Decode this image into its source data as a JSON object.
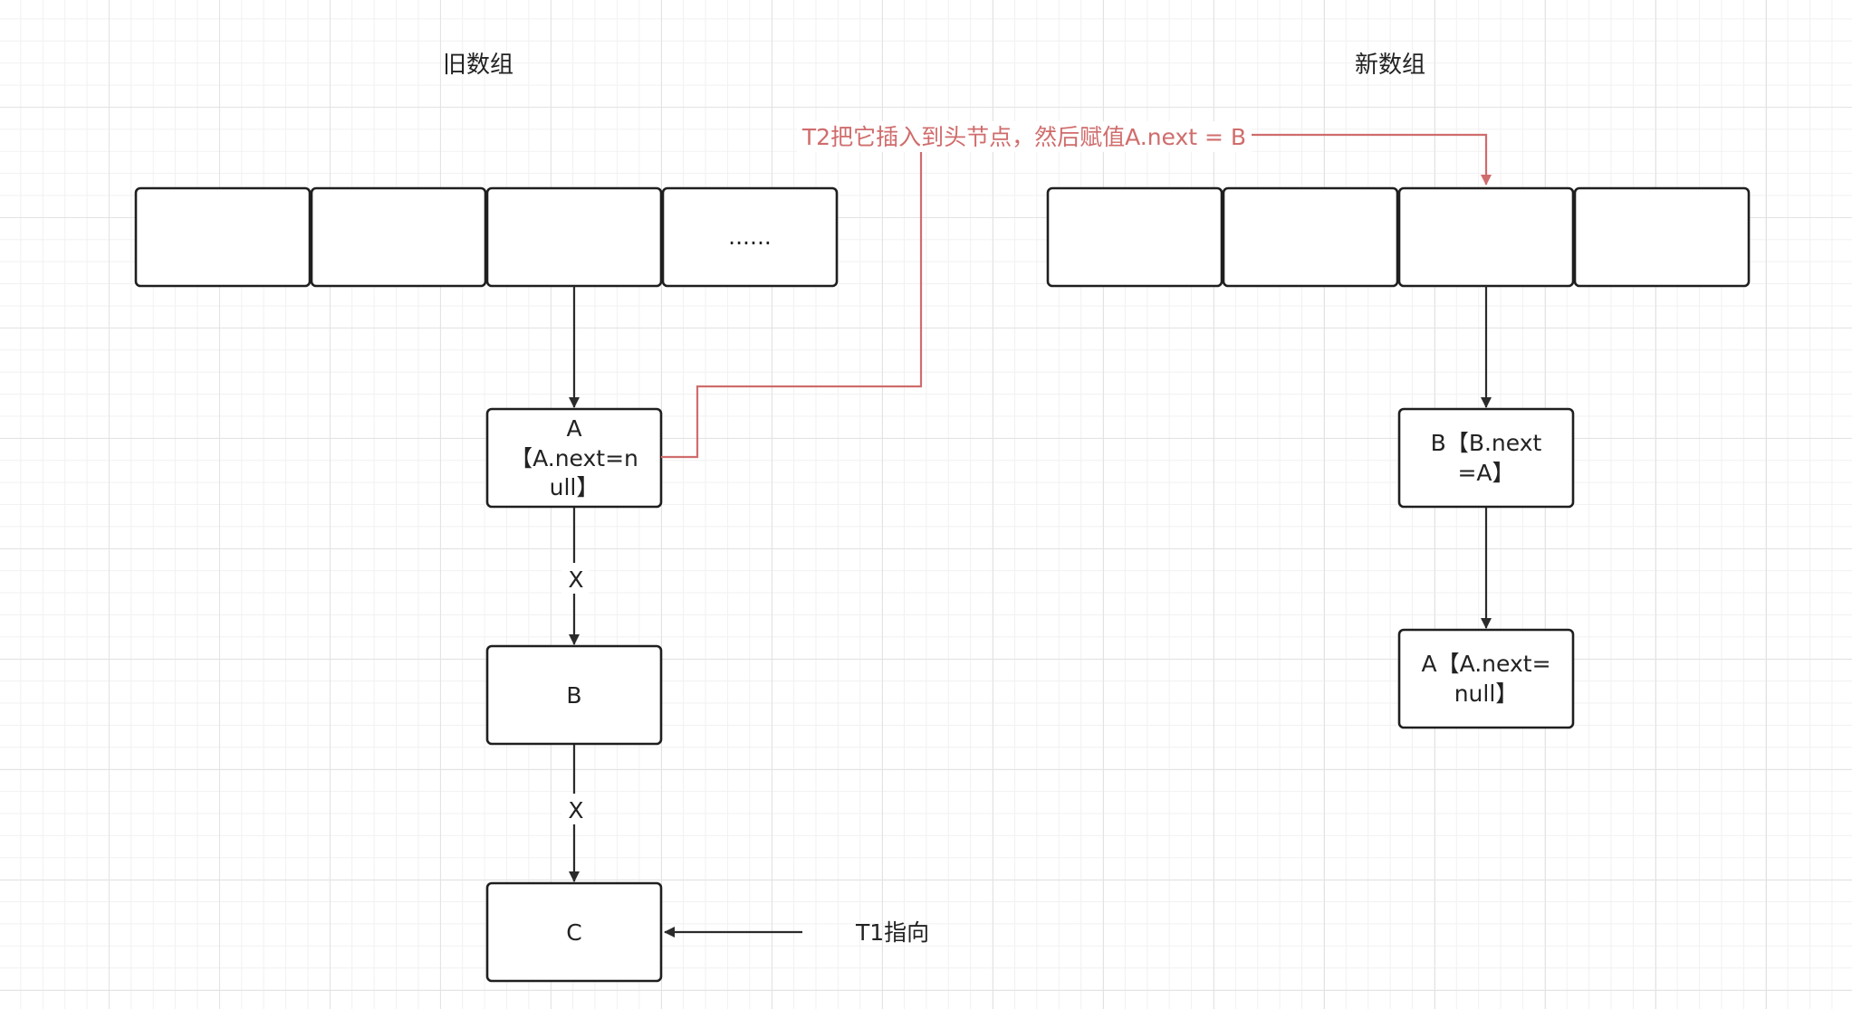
{
  "titles": {
    "old_array": "旧数组",
    "new_array": "新数组"
  },
  "old_array": {
    "cells": [
      "",
      "",
      "",
      "......"
    ]
  },
  "new_array": {
    "cells": [
      "",
      "",
      "",
      ""
    ]
  },
  "old_chain": {
    "node_a": [
      "A",
      "【A.next=n",
      "ull】"
    ],
    "node_b": [
      "B"
    ],
    "node_c": [
      "C"
    ],
    "edge_ab_label": "X",
    "edge_bc_label": "X"
  },
  "new_chain": {
    "node_b": [
      "B【B.next",
      "=A】"
    ],
    "node_a": [
      "A【A.next=",
      "null】"
    ]
  },
  "annotations": {
    "t2_note": "T2把它插入到头节点，然后赋值A.next = B",
    "t1_note": "T1指向"
  },
  "colors": {
    "stroke": "#1f1f1f",
    "annotation_red": "#d06c6c",
    "grid_major": "#e3e3e3",
    "grid_minor": "#f1f1f1"
  }
}
